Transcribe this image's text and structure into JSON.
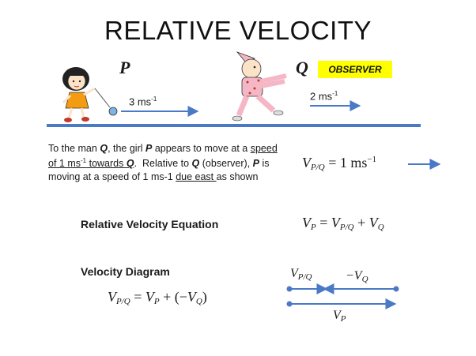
{
  "title": "RELATIVE VELOCITY",
  "labels": {
    "p": "P",
    "q": "Q",
    "observer": "OBSERVER"
  },
  "speeds": {
    "girl": {
      "base": "3 ms",
      "exp": "-1"
    },
    "man": {
      "base": "2 ms",
      "exp": "-1"
    }
  },
  "paragraph": {
    "s1": "To the man ",
    "s2": "Q",
    "s3": ", the girl ",
    "s4": "P",
    "s5": " appears to move at a ",
    "s6": "speed of 1 ms",
    "s6sup": "-1",
    "s7": " towards ",
    "s8": "Q",
    "s9": ".",
    "s10": "  Relative to ",
    "s11": "Q",
    "s12": " (observer), ",
    "s13": "P",
    "s14": " is moving at a speed of 1 ms-1 ",
    "s15": "due east ",
    "s16": "as shown"
  },
  "equations": {
    "rel_vel": {
      "lhs": "V",
      "lhs_sub": "P/Q",
      "eq": " = 1 ms",
      "exp": "−1"
    },
    "rel_eq_heading": "Relative Velocity Equation",
    "rel_eq": {
      "a": "V",
      "a_sub": "P",
      "eq": " = ",
      "b": "V",
      "b_sub": "P/Q",
      "plus": " + ",
      "c": "V",
      "c_sub": "Q"
    },
    "diagram_heading": "Velocity Diagram",
    "diagram_eq": {
      "a": "V",
      "a_sub": "P/Q",
      "eq": " = ",
      "b": "V",
      "b_sub": "P",
      "plus": " + (−",
      "c": "V",
      "c_sub": "Q",
      "close": ")"
    }
  },
  "diagram": {
    "label_vpq": {
      "v": "V",
      "sub": "P/Q"
    },
    "label_negvq": {
      "v": "−V",
      "sub": "Q"
    },
    "label_vp": {
      "v": "V",
      "sub": "P"
    }
  },
  "colors": {
    "arrow": "#4a79c6",
    "observer_bg": "#ffff00"
  }
}
